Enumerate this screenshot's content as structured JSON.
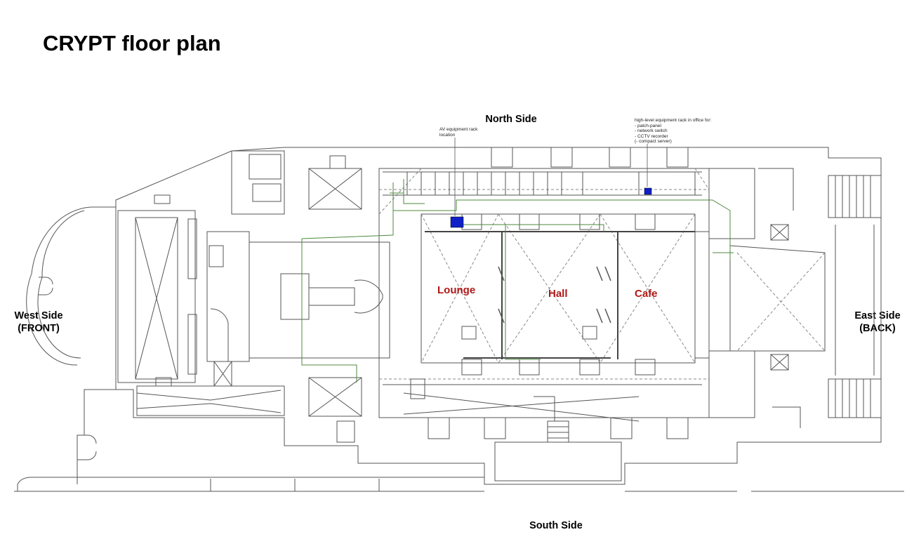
{
  "title": "CRYPT floor plan",
  "sides": {
    "north": "North Side",
    "south": "South Side",
    "west": [
      "West Side",
      "(FRONT)"
    ],
    "east": [
      "East Side",
      "(BACK)"
    ]
  },
  "rooms": {
    "lounge": "Lounge",
    "hall": "Hall",
    "cafe": "Cafe"
  },
  "annotations": {
    "av_rack": "AV equipment rack\nlocation",
    "high_level_rack": "high-level equipment rack in office for:\n- patch-panel\n- network switch\n- CCTV recorder\n(- compact server)"
  },
  "colors": {
    "line": "#555555",
    "cable": "#4c8a3c",
    "rack": "#1020c8",
    "room_label": "#b01818"
  }
}
